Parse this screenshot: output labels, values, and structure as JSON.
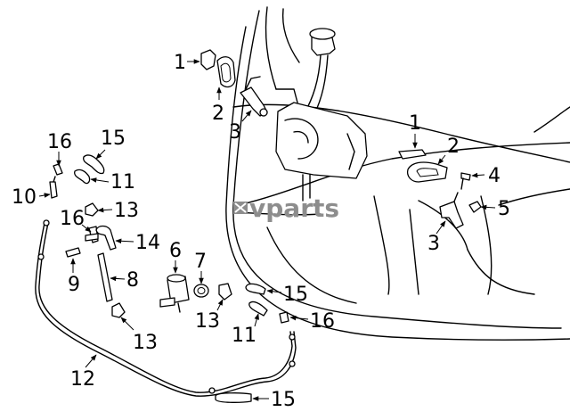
{
  "watermark": {
    "brand": "vparts",
    "icon": "gear-icon"
  },
  "callouts": [
    {
      "id": "c1a",
      "number": "1"
    },
    {
      "id": "c2a",
      "number": "2"
    },
    {
      "id": "c3a",
      "number": "3"
    },
    {
      "id": "c1b",
      "number": "1"
    },
    {
      "id": "c2b",
      "number": "2"
    },
    {
      "id": "c4",
      "number": "4"
    },
    {
      "id": "c5",
      "number": "5"
    },
    {
      "id": "c3b",
      "number": "3"
    },
    {
      "id": "c16a",
      "number": "16"
    },
    {
      "id": "c15a",
      "number": "15"
    },
    {
      "id": "c11a",
      "number": "11"
    },
    {
      "id": "c10",
      "number": "10"
    },
    {
      "id": "c13a",
      "number": "13"
    },
    {
      "id": "c16b",
      "number": "16"
    },
    {
      "id": "c14",
      "number": "14"
    },
    {
      "id": "c9",
      "number": "9"
    },
    {
      "id": "c8",
      "number": "8"
    },
    {
      "id": "c6",
      "number": "6"
    },
    {
      "id": "c7",
      "number": "7"
    },
    {
      "id": "c13b",
      "number": "13"
    },
    {
      "id": "c15b",
      "number": "15"
    },
    {
      "id": "c11b",
      "number": "11"
    },
    {
      "id": "c16c",
      "number": "16"
    },
    {
      "id": "c13c",
      "number": "13"
    },
    {
      "id": "c12",
      "number": "12"
    },
    {
      "id": "c15c",
      "number": "15"
    }
  ]
}
